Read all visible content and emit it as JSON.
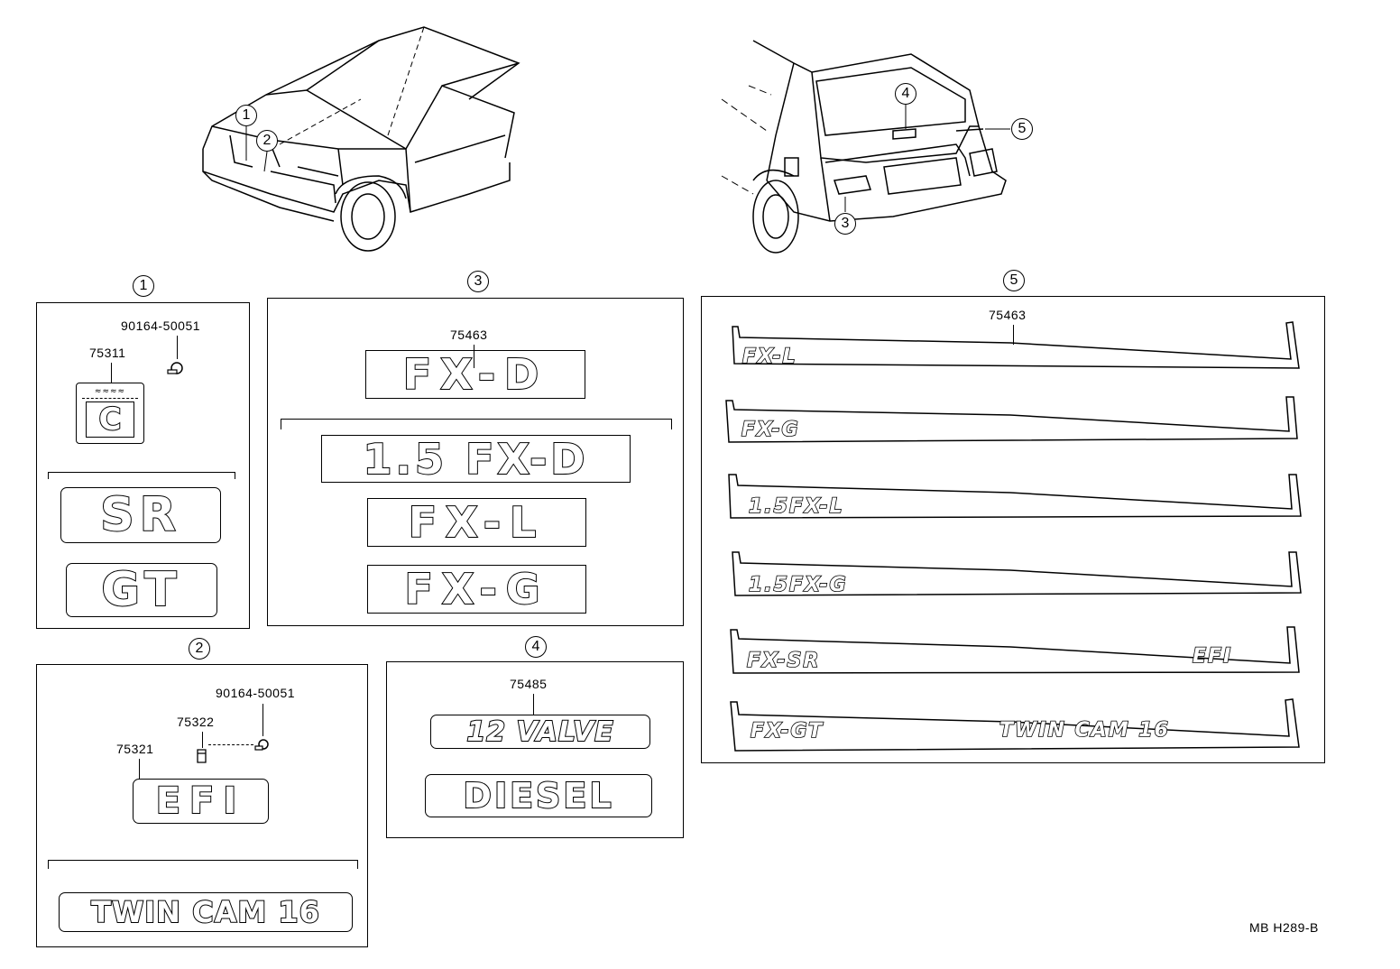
{
  "callouts": {
    "front_1": "1",
    "front_2": "2",
    "rear_3": "3",
    "rear_4": "4",
    "rear_5": "5",
    "panel_1": "1",
    "panel_2": "2",
    "panel_3": "3",
    "panel_4": "4",
    "panel_5": "5"
  },
  "panel1": {
    "part_screw": "90164-50051",
    "part_emblem": "75311",
    "emblem_letter": "C",
    "badges": [
      "SR",
      "GT"
    ]
  },
  "panel2": {
    "part_screw": "90164-50051",
    "part_clip": "75322",
    "part_emblem": "75321",
    "badges": [
      "EFI",
      "TWIN CAM 16"
    ]
  },
  "panel3": {
    "part": "75463",
    "badges": [
      "FX-D",
      "1.5 FX-D",
      "FX-L",
      "FX-G"
    ]
  },
  "panel4": {
    "part": "75485",
    "badges": [
      "12 VALVE",
      "DIESEL"
    ]
  },
  "panel5": {
    "part": "75463",
    "strips": [
      {
        "left": "FX-L",
        "right": ""
      },
      {
        "left": "FX-G",
        "right": ""
      },
      {
        "left": "1.5FX-L",
        "right": ""
      },
      {
        "left": "1.5FX-G",
        "right": ""
      },
      {
        "left": "FX-SR",
        "right": "EFI"
      },
      {
        "left": "FX-GT",
        "right": "TWIN CAM 16"
      }
    ]
  },
  "diagram_code": "MB H289-B"
}
